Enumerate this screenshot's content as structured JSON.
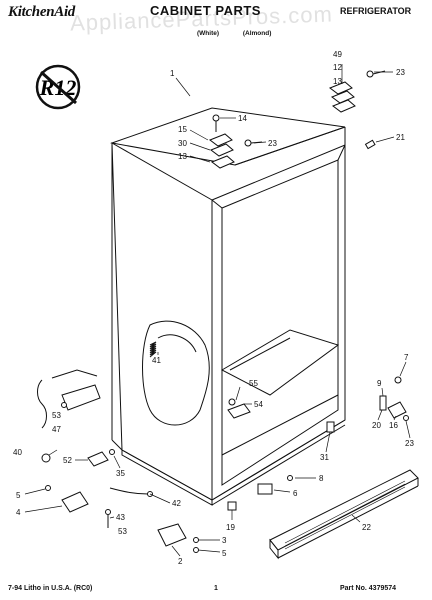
{
  "header": {
    "brand": "KitchenAid",
    "title": "CABINET PARTS",
    "category": "REFRIGERATOR",
    "variant_white": "(White)",
    "variant_almond": "(Almond)",
    "watermark": "AppliancePartsPros.com"
  },
  "badge": {
    "text": "R12"
  },
  "parts": [
    {
      "id": "p1",
      "label": "1"
    },
    {
      "id": "p49",
      "label": "49"
    },
    {
      "id": "p12a",
      "label": "12"
    },
    {
      "id": "p23a",
      "label": "23"
    },
    {
      "id": "p13a",
      "label": "13"
    },
    {
      "id": "p14",
      "label": "14"
    },
    {
      "id": "p15",
      "label": "15"
    },
    {
      "id": "p23b",
      "label": "23"
    },
    {
      "id": "p30",
      "label": "30"
    },
    {
      "id": "p13b",
      "label": "13"
    },
    {
      "id": "p21",
      "label": "21"
    },
    {
      "id": "p41",
      "label": "41"
    },
    {
      "id": "p55",
      "label": "55"
    },
    {
      "id": "p54",
      "label": "54"
    },
    {
      "id": "p7",
      "label": "7"
    },
    {
      "id": "p9",
      "label": "9"
    },
    {
      "id": "p20",
      "label": "20"
    },
    {
      "id": "p16",
      "label": "16"
    },
    {
      "id": "p23c",
      "label": "23"
    },
    {
      "id": "p31",
      "label": "31"
    },
    {
      "id": "p53a",
      "label": "53"
    },
    {
      "id": "p47",
      "label": "47"
    },
    {
      "id": "p52",
      "label": "52"
    },
    {
      "id": "p40",
      "label": "40"
    },
    {
      "id": "p35",
      "label": "35"
    },
    {
      "id": "p5a",
      "label": "5"
    },
    {
      "id": "p4",
      "label": "4"
    },
    {
      "id": "p8",
      "label": "8"
    },
    {
      "id": "p6",
      "label": "6"
    },
    {
      "id": "p42",
      "label": "42"
    },
    {
      "id": "p43",
      "label": "43"
    },
    {
      "id": "p53b",
      "label": "53"
    },
    {
      "id": "p3",
      "label": "3"
    },
    {
      "id": "p5b",
      "label": "5"
    },
    {
      "id": "p2",
      "label": "2"
    },
    {
      "id": "p19",
      "label": "19"
    },
    {
      "id": "p22",
      "label": "22"
    }
  ],
  "footer": {
    "litho": "7-94 Litho in U.S.A. (RC0)",
    "page": "1",
    "part_no": "Part No. 4379574"
  }
}
